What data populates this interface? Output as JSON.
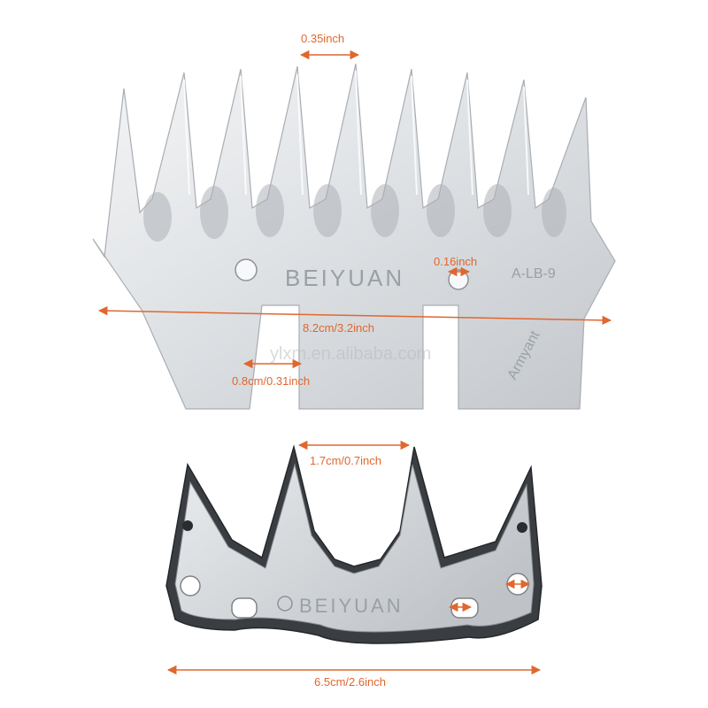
{
  "product": {
    "comb": {
      "brand_engraving": "BEIYUAN",
      "model_engraving": "A-LB-9",
      "side_engraving": "Armyant",
      "dimensions": {
        "tooth_spacing": "0.35inch",
        "hole_diameter": "0.16inch",
        "overall_width": "8.2cm/3.2inch",
        "slot_width": "0.8cm/0.31inch"
      }
    },
    "cutter": {
      "brand_engraving": "BEIYUAN",
      "dimensions": {
        "tooth_spacing": "1.7cm/0.7inch",
        "overall_width": "6.5cm/2.6inch"
      }
    }
  },
  "watermark": "ylxm.en.alibaba.com",
  "colors": {
    "dimension_line": "#e0672e",
    "steel_light": "#eef0f2",
    "steel_mid": "#c9cdd1",
    "steel_dark": "#6c7176",
    "edge_dark": "#2f3236"
  }
}
